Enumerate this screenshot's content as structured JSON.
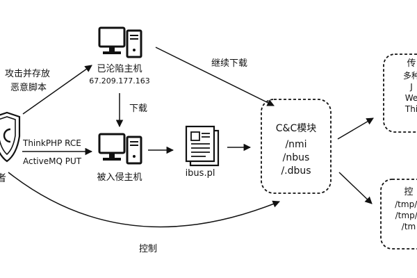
{
  "attacker": {
    "label": "者"
  },
  "compromised_host": {
    "label": "已沦陷主机",
    "ip": "67.209.177.163"
  },
  "victim_host": {
    "label": "被入侵主机"
  },
  "script_file": {
    "label": "ibus.pl"
  },
  "cc_module": {
    "title": "C&C模块",
    "items": [
      "/nmi",
      "/nbus",
      "/.dbus"
    ]
  },
  "propagation_box": {
    "title": "传",
    "items": [
      "多种",
      "J",
      "We",
      "Thi"
    ]
  },
  "control_box": {
    "title": "控",
    "items": [
      "/tmp/n",
      "/tmp/c",
      "/tm"
    ]
  },
  "edges": {
    "attack_store": [
      "攻击并存放",
      "恶意脚本"
    ],
    "continue_download": "继续下载",
    "download": "下载",
    "exploits": [
      "ThinkPHP RCE",
      "ActiveMQ PUT"
    ],
    "control": "控制"
  },
  "colors": {
    "stroke": "#111111",
    "background": "#ffffff"
  }
}
